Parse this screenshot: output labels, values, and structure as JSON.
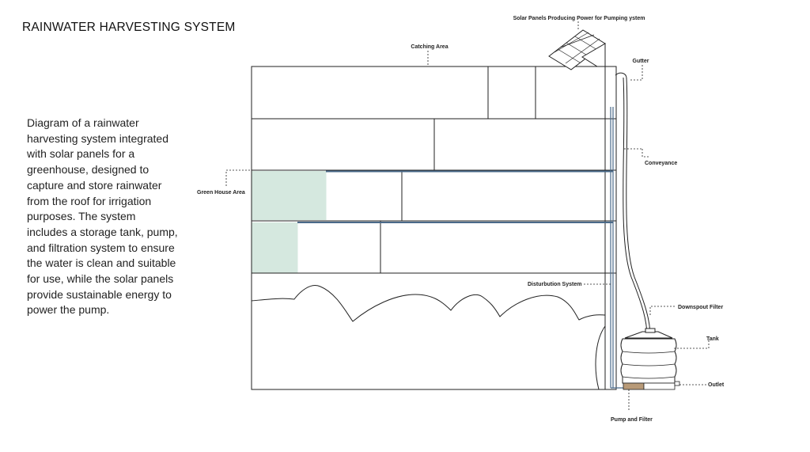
{
  "title": "RAINWATER HARVESTING SYSTEM",
  "description": "Diagram of a rainwater harvesting system integrated with solar panels for a greenhouse, designed to capture and store rainwater from the roof for irrigation purposes. The system includes a storage tank, pump, and filtration system to ensure the water is clean and suitable for use, while the solar panels provide sustainable energy to power the pump.",
  "labels": {
    "solar_panels": "Solar Panels Producing Power for Pumping ystem",
    "catching_area": "Catching Area",
    "gutter": "Gutter",
    "conveyance": "Conveyance",
    "green_house_area": "Green House Area",
    "disturbution_system": "Disturbution System",
    "downspout_filter": "Downspout Filter",
    "tank": "Tank",
    "outlet": "Outlet",
    "pump_and_filter": "Pump and Filter"
  },
  "colors": {
    "line": "#222222",
    "greenhouse_fill": "#d5e8df",
    "distribution_pipe": "#4a6a8a",
    "pump_filter": "#b89a78"
  }
}
